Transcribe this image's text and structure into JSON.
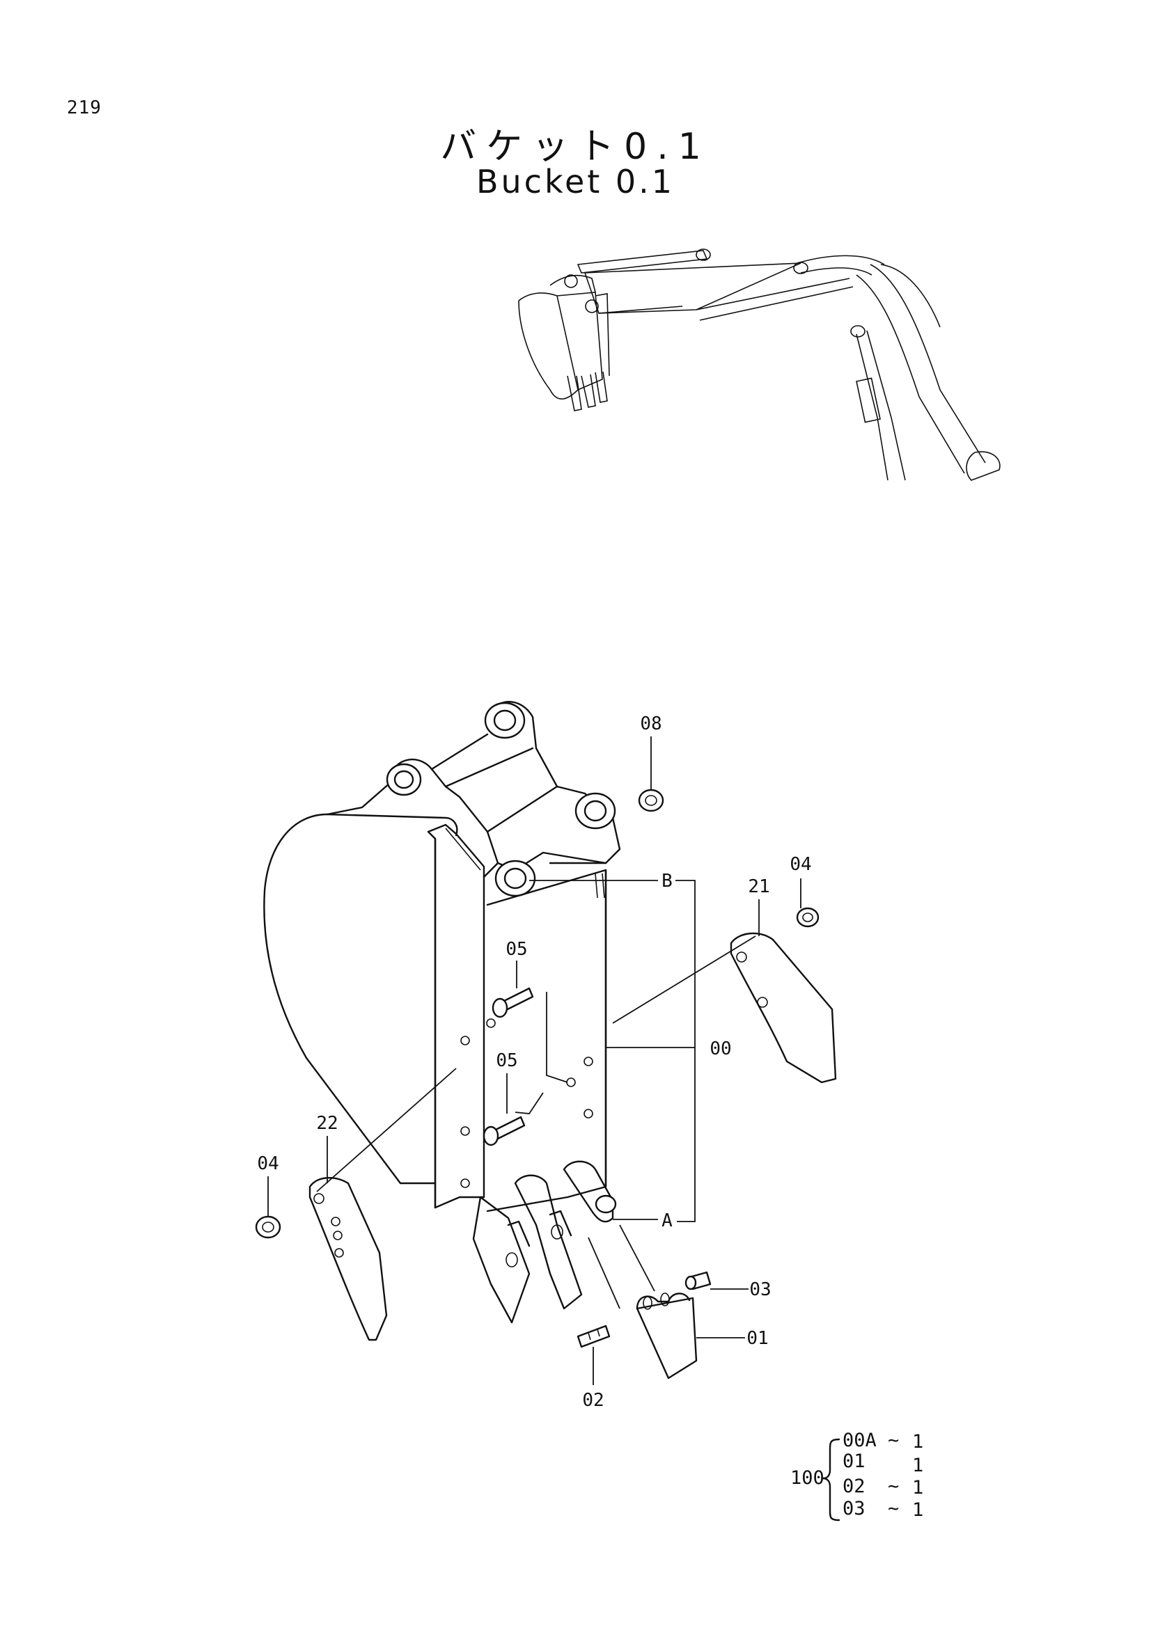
{
  "page_number": "219",
  "title_jp": "バケット0.1",
  "title_en": "Bucket 0.1",
  "callouts": {
    "c08": "08",
    "c04_right": "04",
    "c21": "21",
    "cB": "B",
    "c05_upper": "05",
    "c00": "00",
    "c05_lower": "05",
    "c22": "22",
    "c04_left": "04",
    "cA": "A",
    "c03": "03",
    "c01": "01",
    "c02": "02"
  },
  "kit": {
    "assembly": "100",
    "rows": [
      {
        "part": "00A",
        "sep": "~",
        "qty": "1"
      },
      {
        "part": "01",
        "sep": "",
        "qty": "1"
      },
      {
        "part": "02",
        "sep": "~",
        "qty": "1"
      },
      {
        "part": "03",
        "sep": "~",
        "qty": "1"
      }
    ]
  }
}
